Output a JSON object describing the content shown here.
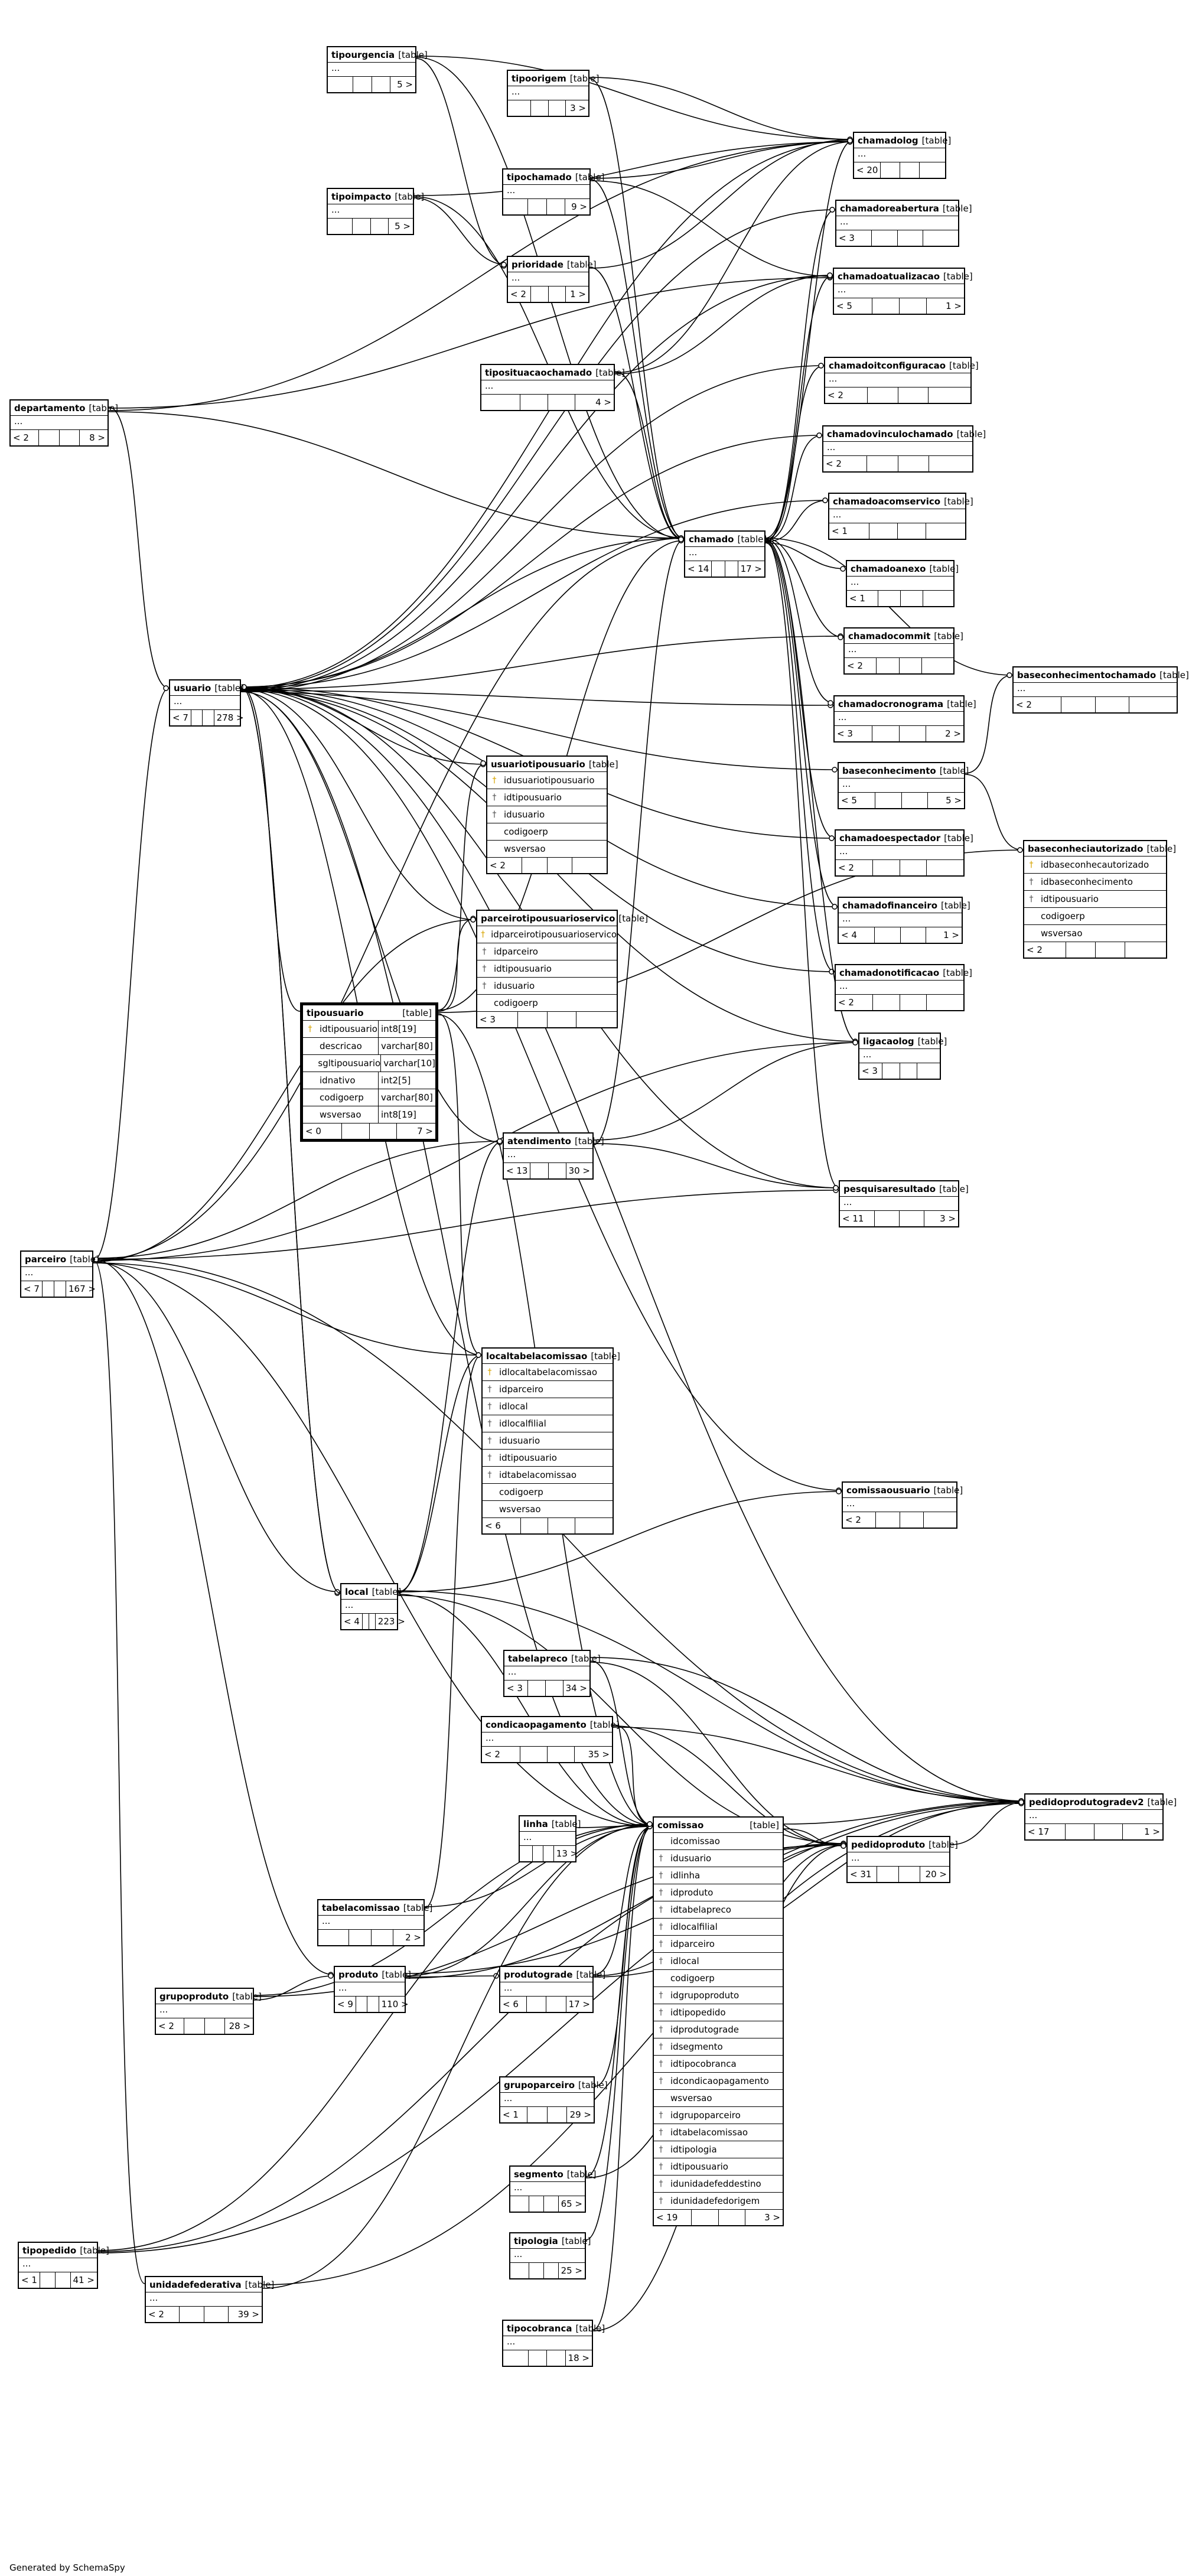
{
  "diagram": {
    "tables": [
      {
        "id": "tipourgencia",
        "name": "tipourgencia",
        "kind": "[table]",
        "foot": [
          "",
          "",
          "",
          "5 >"
        ]
      },
      {
        "id": "tipoorigem",
        "name": "tipoorigem",
        "kind": "[table]",
        "foot": [
          "",
          "",
          "",
          "3 >"
        ]
      },
      {
        "id": "chamadolog",
        "name": "chamadolog",
        "kind": "[table]",
        "foot": [
          "< 20",
          "",
          "",
          ""
        ]
      },
      {
        "id": "chamadoreabertura",
        "name": "chamadoreabertura",
        "kind": "[table]",
        "foot": [
          "< 3",
          "",
          "",
          ""
        ]
      },
      {
        "id": "tipochamado",
        "name": "tipochamado",
        "kind": "[table]",
        "foot": [
          "",
          "",
          "",
          "9 >"
        ]
      },
      {
        "id": "tipoimpacto",
        "name": "tipoimpacto",
        "kind": "[table]",
        "foot": [
          "",
          "",
          "",
          "5 >"
        ]
      },
      {
        "id": "prioridade",
        "name": "prioridade",
        "kind": "[table]",
        "foot": [
          "< 2",
          "",
          "",
          "1 >"
        ]
      },
      {
        "id": "chamadoatualizacao",
        "name": "chamadoatualizacao",
        "kind": "[table]",
        "foot": [
          "< 5",
          "",
          "",
          "1 >"
        ]
      },
      {
        "id": "tiposituacaochamado",
        "name": "tiposituacaochamado",
        "kind": "[table]",
        "foot": [
          "",
          "",
          "",
          "4 >"
        ]
      },
      {
        "id": "chamadoitconfiguracao",
        "name": "chamadoitconfiguracao",
        "kind": "[table]",
        "foot": [
          "< 2",
          "",
          "",
          ""
        ]
      },
      {
        "id": "departamento",
        "name": "departamento",
        "kind": "[table]",
        "foot": [
          "< 2",
          "",
          "",
          "8 >"
        ]
      },
      {
        "id": "chamadovinculochamado",
        "name": "chamadovinculochamado",
        "kind": "[table]",
        "foot": [
          "< 2",
          "",
          "",
          ""
        ]
      },
      {
        "id": "chamadoacomservico",
        "name": "chamadoacomservico",
        "kind": "[table]",
        "foot": [
          "< 1",
          "",
          "",
          ""
        ]
      },
      {
        "id": "chamado",
        "name": "chamado",
        "kind": "[table]",
        "foot": [
          "< 14",
          "",
          "",
          "17 >"
        ]
      },
      {
        "id": "chamadoanexo",
        "name": "chamadoanexo",
        "kind": "[table]",
        "foot": [
          "< 1",
          "",
          "",
          ""
        ]
      },
      {
        "id": "chamadocommit",
        "name": "chamadocommit",
        "kind": "[table]",
        "foot": [
          "< 2",
          "",
          "",
          ""
        ]
      },
      {
        "id": "baseconhecimentochamado",
        "name": "baseconhecimentochamado",
        "kind": "[table]",
        "foot": [
          "< 2",
          "",
          "",
          ""
        ]
      },
      {
        "id": "usuario",
        "name": "usuario",
        "kind": "[table]",
        "foot": [
          "< 7",
          "",
          "",
          "278 >"
        ]
      },
      {
        "id": "chamadocronograma",
        "name": "chamadocronograma",
        "kind": "[table]",
        "foot": [
          "< 3",
          "",
          "",
          "2 >"
        ]
      },
      {
        "id": "baseconhecimento",
        "name": "baseconhecimento",
        "kind": "[table]",
        "foot": [
          "< 5",
          "",
          "",
          "5 >"
        ]
      },
      {
        "id": "chamadoespectador",
        "name": "chamadoespectador",
        "kind": "[table]",
        "foot": [
          "< 2",
          "",
          "",
          ""
        ]
      },
      {
        "id": "chamadofinanceiro",
        "name": "chamadofinanceiro",
        "kind": "[table]",
        "foot": [
          "< 4",
          "",
          "",
          "1 >"
        ]
      },
      {
        "id": "chamadonotificacao",
        "name": "chamadonotificacao",
        "kind": "[table]",
        "foot": [
          "< 2",
          "",
          "",
          ""
        ]
      },
      {
        "id": "ligacaolog",
        "name": "ligacaolog",
        "kind": "[table]",
        "foot": [
          "< 3",
          "",
          "",
          ""
        ]
      },
      {
        "id": "atendimento",
        "name": "atendimento",
        "kind": "[table]",
        "foot": [
          "< 13",
          "",
          "",
          "30 >"
        ]
      },
      {
        "id": "pesquisaresultado",
        "name": "pesquisaresultado",
        "kind": "[table]",
        "foot": [
          "< 11",
          "",
          "",
          "3 >"
        ]
      },
      {
        "id": "parceiro",
        "name": "parceiro",
        "kind": "[table]",
        "foot": [
          "< 7",
          "",
          "",
          "167 >"
        ]
      },
      {
        "id": "comissaousuario",
        "name": "comissaousuario",
        "kind": "[table]",
        "foot": [
          "< 2",
          "",
          "",
          ""
        ]
      },
      {
        "id": "local",
        "name": "local",
        "kind": "[table]",
        "foot": [
          "< 4",
          "",
          "",
          "223 >"
        ]
      },
      {
        "id": "tabelapreco",
        "name": "tabelapreco",
        "kind": "[table]",
        "foot": [
          "< 3",
          "",
          "",
          "34 >"
        ]
      },
      {
        "id": "condicaopagamento",
        "name": "condicaopagamento",
        "kind": "[table]",
        "foot": [
          "< 2",
          "",
          "",
          "35 >"
        ]
      },
      {
        "id": "pedidoprodutogradev2",
        "name": "pedidoprodutogradev2",
        "kind": "[table]",
        "foot": [
          "< 17",
          "",
          "",
          "1 >"
        ]
      },
      {
        "id": "linha",
        "name": "linha",
        "kind": "[table]",
        "foot": [
          "",
          "",
          "",
          "13 >"
        ]
      },
      {
        "id": "pedidoproduto",
        "name": "pedidoproduto",
        "kind": "[table]",
        "foot": [
          "< 31",
          "",
          "",
          "20 >"
        ]
      },
      {
        "id": "tabelacomissao",
        "name": "tabelacomissao",
        "kind": "[table]",
        "foot": [
          "",
          "",
          "",
          "2 >"
        ]
      },
      {
        "id": "produto",
        "name": "produto",
        "kind": "[table]",
        "foot": [
          "< 9",
          "",
          "",
          "110 >"
        ]
      },
      {
        "id": "produtograde",
        "name": "produtograde",
        "kind": "[table]",
        "foot": [
          "< 6",
          "",
          "",
          "17 >"
        ]
      },
      {
        "id": "grupoproduto",
        "name": "grupoproduto",
        "kind": "[table]",
        "foot": [
          "< 2",
          "",
          "",
          "28 >"
        ]
      },
      {
        "id": "grupoparceiro",
        "name": "grupoparceiro",
        "kind": "[table]",
        "foot": [
          "< 1",
          "",
          "",
          "29 >"
        ]
      },
      {
        "id": "segmento",
        "name": "segmento",
        "kind": "[table]",
        "foot": [
          "",
          "",
          "",
          "65 >"
        ]
      },
      {
        "id": "tipologia",
        "name": "tipologia",
        "kind": "[table]",
        "foot": [
          "",
          "",
          "",
          "25 >"
        ]
      },
      {
        "id": "tipopedido",
        "name": "tipopedido",
        "kind": "[table]",
        "foot": [
          "< 1",
          "",
          "",
          "41 >"
        ]
      },
      {
        "id": "unidadefederativa",
        "name": "unidadefederativa",
        "kind": "[table]",
        "foot": [
          "< 2",
          "",
          "",
          "39 >"
        ]
      },
      {
        "id": "tipocobranca",
        "name": "tipocobranca",
        "kind": "[table]",
        "foot": [
          "",
          "",
          "",
          "18 >"
        ]
      }
    ],
    "detailed_tables": [
      {
        "id": "usuariotipousuario",
        "name": "usuariotipousuario",
        "kind": "[table]",
        "columns": [
          {
            "key": "pk",
            "name": "idusuariotipousuario"
          },
          {
            "key": "fk",
            "name": "idtipousuario"
          },
          {
            "key": "fk",
            "name": "idusuario"
          },
          {
            "key": "",
            "name": "codigoerp"
          },
          {
            "key": "",
            "name": "wsversao"
          }
        ],
        "foot": [
          "< 2",
          "",
          "",
          ""
        ]
      },
      {
        "id": "parceirotipousuarioservico",
        "name": "parceirotipousuarioservico",
        "kind": "[table]",
        "columns": [
          {
            "key": "pk",
            "name": "idparceirotipousuarioservico"
          },
          {
            "key": "fk",
            "name": "idparceiro"
          },
          {
            "key": "fk",
            "name": "idtipousuario"
          },
          {
            "key": "fk",
            "name": "idusuario"
          },
          {
            "key": "",
            "name": "codigoerp"
          }
        ],
        "foot": [
          "< 3",
          "",
          "",
          ""
        ]
      },
      {
        "id": "tipousuario",
        "name": "tipousuario",
        "kind": "[table]",
        "columns": [
          {
            "key": "pk",
            "name": "idtipousuario",
            "type": "int8[19]"
          },
          {
            "key": "",
            "name": "descricao",
            "type": "varchar[80]"
          },
          {
            "key": "",
            "name": "sgltipousuario",
            "type": "varchar[10]"
          },
          {
            "key": "",
            "name": "idnativo",
            "type": "int2[5]"
          },
          {
            "key": "",
            "name": "codigoerp",
            "type": "varchar[80]"
          },
          {
            "key": "",
            "name": "wsversao",
            "type": "int8[19]"
          }
        ],
        "foot": [
          "< 0",
          "",
          "",
          "7 >"
        ]
      },
      {
        "id": "baseconheciautorizado",
        "name": "baseconheciautorizado",
        "kind": "[table]",
        "columns": [
          {
            "key": "pk",
            "name": "idbaseconhecautorizado"
          },
          {
            "key": "fk",
            "name": "idbaseconhecimento"
          },
          {
            "key": "fk",
            "name": "idtipousuario"
          },
          {
            "key": "",
            "name": "codigoerp"
          },
          {
            "key": "",
            "name": "wsversao"
          }
        ],
        "foot": [
          "< 2",
          "",
          "",
          ""
        ]
      },
      {
        "id": "localtabelacomissao",
        "name": "localtabelacomissao",
        "kind": "[table]",
        "columns": [
          {
            "key": "pk",
            "name": "idlocaltabelacomissao"
          },
          {
            "key": "fk",
            "name": "idparceiro"
          },
          {
            "key": "fk",
            "name": "idlocal"
          },
          {
            "key": "fk",
            "name": "idlocalfilial"
          },
          {
            "key": "fk",
            "name": "idusuario"
          },
          {
            "key": "fk",
            "name": "idtipousuario"
          },
          {
            "key": "fk",
            "name": "idtabelacomissao"
          },
          {
            "key": "",
            "name": "codigoerp"
          },
          {
            "key": "",
            "name": "wsversao"
          }
        ],
        "foot": [
          "< 6",
          "",
          "",
          ""
        ]
      },
      {
        "id": "comissao",
        "name": "comissao",
        "kind": "[table]",
        "columns": [
          {
            "key": "",
            "name": "idcomissao"
          },
          {
            "key": "fk",
            "name": "idusuario"
          },
          {
            "key": "fk",
            "name": "idlinha"
          },
          {
            "key": "fk",
            "name": "idproduto"
          },
          {
            "key": "fk",
            "name": "idtabelapreco"
          },
          {
            "key": "fk",
            "name": "idlocalfilial"
          },
          {
            "key": "fk",
            "name": "idparceiro"
          },
          {
            "key": "fk",
            "name": "idlocal"
          },
          {
            "key": "",
            "name": "codigoerp"
          },
          {
            "key": "fk",
            "name": "idgrupoproduto"
          },
          {
            "key": "fk",
            "name": "idtipopedido"
          },
          {
            "key": "fk",
            "name": "idprodutograde"
          },
          {
            "key": "fk",
            "name": "idsegmento"
          },
          {
            "key": "fk",
            "name": "idtipocobranca"
          },
          {
            "key": "fk",
            "name": "idcondicaopagamento"
          },
          {
            "key": "",
            "name": "wsversao"
          },
          {
            "key": "fk",
            "name": "idgrupoparceiro"
          },
          {
            "key": "fk",
            "name": "idtabelacomissao"
          },
          {
            "key": "fk",
            "name": "idtipologia"
          },
          {
            "key": "fk",
            "name": "idtipousuario"
          },
          {
            "key": "fk",
            "name": "idunidadefeddestino"
          },
          {
            "key": "fk",
            "name": "idunidadefedorigem"
          }
        ],
        "foot": [
          "< 19",
          "",
          "",
          "3 >"
        ]
      }
    ],
    "footer": "Generated by SchemaSpy",
    "colors": {
      "line": "#000000",
      "background": "#ffffff",
      "pk_icon": "#d8a400"
    },
    "icons": {
      "primary_key": "key-icon-gold",
      "foreign_key": "key-icon-gray",
      "link_marker": "circle-arrow-icon"
    }
  }
}
